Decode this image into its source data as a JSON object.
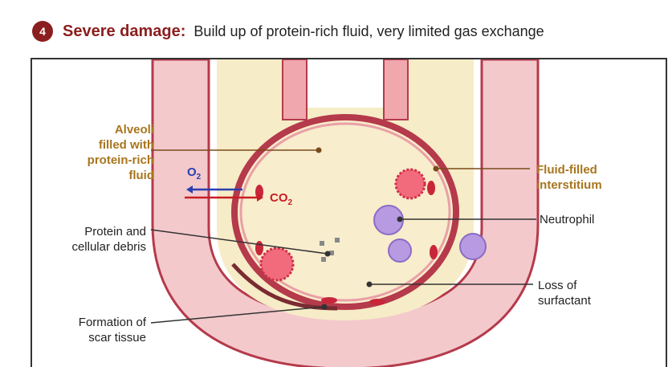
{
  "header": {
    "step_number": "4",
    "title": "Severe damage:",
    "description": "Build up of protein-rich fluid, very limited gas exchange"
  },
  "labels": {
    "alveoli_fluid": "Alveoli\nfilled with\nprotein-rich\nfluid",
    "fluid_interstitium": "Fluid-filled\ninterstitium",
    "neutrophil": "Neutrophil",
    "protein_debris": "Protein and\ncellular debris",
    "loss_surfactant": "Loss of\nsurfactant",
    "scar_tissue": "Formation of\nscar tissue"
  },
  "gases": {
    "o2_main": "O",
    "o2_sub": "2",
    "co2_main": "CO",
    "co2_sub": "2"
  },
  "colors": {
    "accent": "#8b1e1e",
    "brown_label": "#a8751d",
    "o2": "#2a3fb0",
    "co2": "#c81d25",
    "fluid": "#f6ecc7",
    "wall_pink": "#f3c9cc",
    "wall_red": "#b53a4b"
  }
}
